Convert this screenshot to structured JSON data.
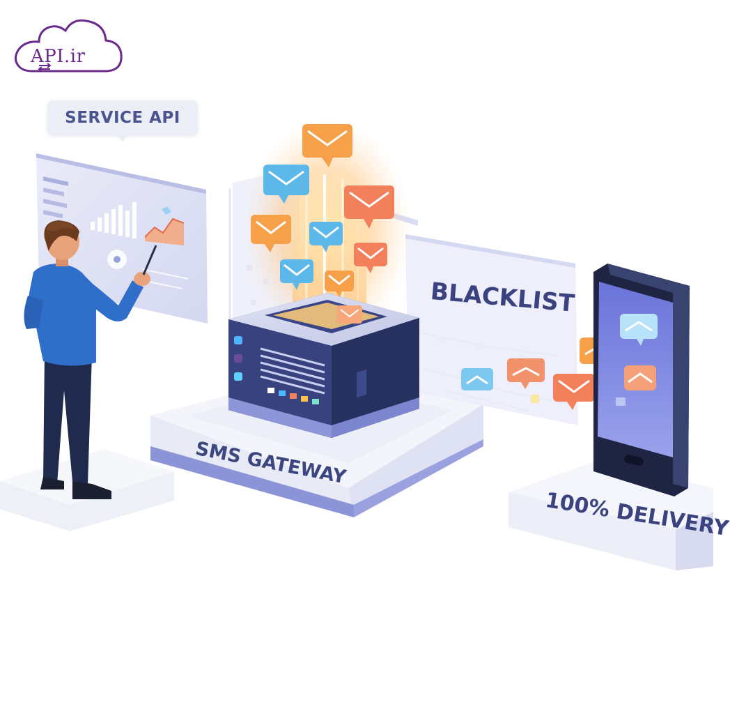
{
  "logo": {
    "text": "API.ir"
  },
  "callout": {
    "text": "SERVICE API"
  },
  "labels": {
    "gateway": "SMS GATEWAY",
    "blacklist": "BLACKLIST",
    "delivery": "100% DELIVERY"
  },
  "colors": {
    "brand_purple": "#6a2a8c",
    "label_navy": "#3c4680",
    "message_orange": "#f6a04a",
    "message_coral": "#f2805a",
    "message_blue": "#5cb8e8",
    "server_navy": "#2f3a72",
    "shirt_blue": "#2f6ec9"
  },
  "icons": [
    "cloud-icon",
    "swap-arrows-icon",
    "envelope-icon",
    "speech-bubble-icon",
    "smartphone-icon",
    "server-icon",
    "bar-chart-icon",
    "person-icon"
  ]
}
